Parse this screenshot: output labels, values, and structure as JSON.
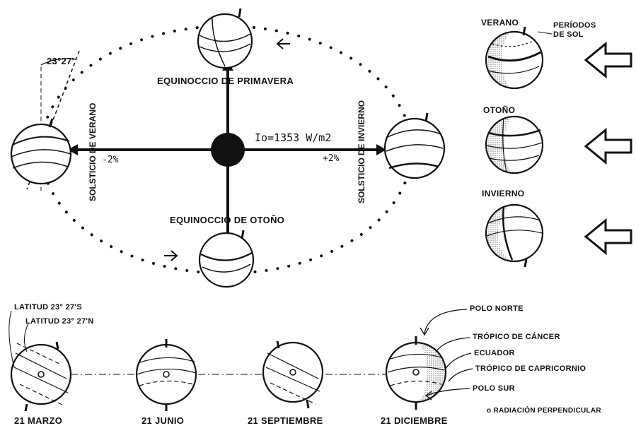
{
  "orbit": {
    "angle_label": "23°27'",
    "spring_equinox": "EQUINOCCIO DE PRIMAVERA",
    "autumn_equinox": "EQUINOCCIO DE OTOÑO",
    "summer_solstice": "SOLSTICIO DE VERANO",
    "winter_solstice": "SOLSTICIO DE INVIERNO",
    "irradiance": "Io=1353 W/m2",
    "minus_pct": "-2%",
    "plus_pct": "+2%"
  },
  "seasons": {
    "summer": "VERANO",
    "sun_periods": "PERÍODOS DE SOL",
    "autumn": "OTOÑO",
    "winter": "INVIERNO"
  },
  "bottom": {
    "lat_south": "LATITUD 23° 27'S",
    "lat_north": "LATITUD 23° 27'N",
    "dates": [
      "21 MARZO",
      "21 JUNIO",
      "21 SEPTIEMBRE",
      "21 DICIEMBRE"
    ],
    "north_pole": "POLO NORTE",
    "tropic_cancer": "TRÓPICO DE CÁNCER",
    "equator": "ECUADOR",
    "tropic_capricorn": "TRÓPICO DE CAPRICORNIO",
    "south_pole": "POLO SUR",
    "perpendicular": "o  RADIACIÓN PERPENDICULAR"
  }
}
